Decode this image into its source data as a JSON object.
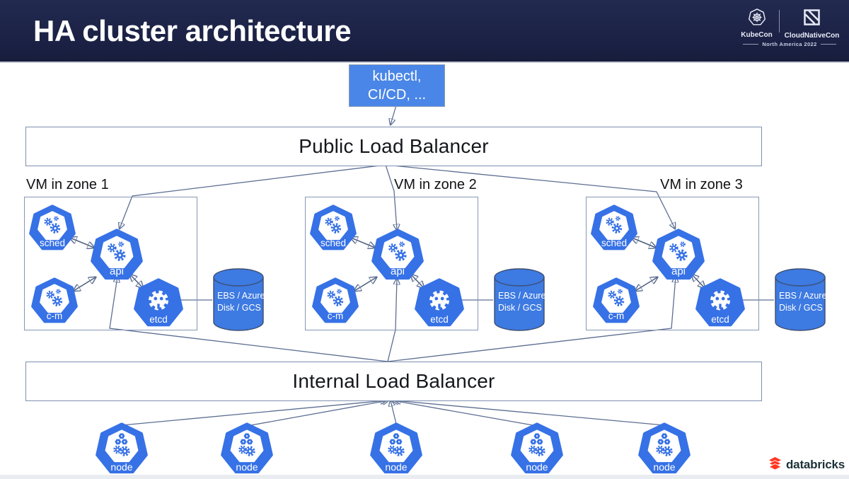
{
  "header": {
    "title": "HA cluster architecture",
    "conference": {
      "kubecon": "KubeCon",
      "cloudnativecon": "CloudNativeCon",
      "edition": "North America 2022"
    }
  },
  "client": {
    "line1": "kubectl,",
    "line2": "CI/CD, ..."
  },
  "load_balancers": {
    "public": "Public Load Balancer",
    "internal": "Internal Load Balancer"
  },
  "zones": [
    {
      "label": "VM in zone 1",
      "components": {
        "scheduler": "sched",
        "api_server": "api",
        "controller_manager": "c-m",
        "etcd": "etcd"
      },
      "storage": {
        "line1": "EBS / Azure",
        "line2": "Disk / GCS"
      }
    },
    {
      "label": "VM in zone 2",
      "components": {
        "scheduler": "sched",
        "api_server": "api",
        "controller_manager": "c-m",
        "etcd": "etcd"
      },
      "storage": {
        "line1": "EBS / Azure",
        "line2": "Disk / GCS"
      }
    },
    {
      "label": "VM in zone 3",
      "components": {
        "scheduler": "sched",
        "api_server": "api",
        "controller_manager": "c-m",
        "etcd": "etcd"
      },
      "storage": {
        "line1": "EBS / Azure",
        "line2": "Disk / GCS"
      }
    }
  ],
  "workers": {
    "labels": [
      "node",
      "node",
      "node",
      "node",
      "node"
    ]
  },
  "footer": {
    "brand": "databricks"
  },
  "colors": {
    "kubernetes_blue": "#3671e6",
    "client_box_blue": "#4a86e8",
    "connector_slate": "#5c6e92",
    "header_navy": "#1b2144",
    "databricks_red": "#ff3621"
  }
}
